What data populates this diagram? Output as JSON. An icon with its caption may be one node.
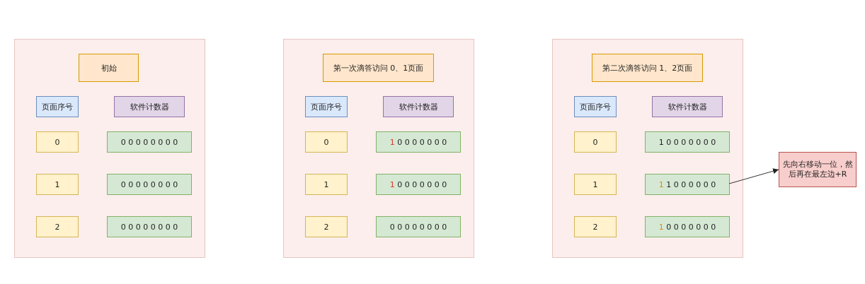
{
  "diagram": {
    "nodes": [
      {
        "text": [],
        "shape": "box"
      },
      {
        "text": [
          "初始"
        ],
        "in": 0
      },
      {
        "text": [
          "页面序号"
        ],
        "in": 0
      },
      {
        "text": [
          "软件计数器"
        ],
        "in": 0
      },
      {
        "text": [
          "0"
        ],
        "in": 0
      },
      {
        "text": [
          "0 0 0 0 0 0 0 0"
        ],
        "in": 0
      },
      {
        "text": [
          "1"
        ],
        "in": 0
      },
      {
        "text": [
          "0 0 0 0 0 0 0 0"
        ],
        "in": 0
      },
      {
        "text": [
          "2"
        ],
        "in": 0
      },
      {
        "text": [
          "0 0 0 0 0 0 0 0"
        ],
        "in": 0
      },
      {
        "text": [],
        "shape": "box"
      },
      {
        "text": [
          "第一次滴答访问 0、1页面"
        ],
        "in": 10
      },
      {
        "text": [
          "页面序号"
        ],
        "in": 10
      },
      {
        "text": [
          "软件计数器"
        ],
        "in": 10
      },
      {
        "text": [
          "0"
        ],
        "in": 10
      },
      {
        "text": [
          "1 0 0 0 0 0 0 0"
        ],
        "in": 10
      },
      {
        "text": [
          "1"
        ],
        "in": 10
      },
      {
        "text": [
          "1 0 0 0 0 0 0 0"
        ],
        "in": 10
      },
      {
        "text": [
          "2"
        ],
        "in": 10
      },
      {
        "text": [
          "0 0 0 0 0 0 0 0"
        ],
        "in": 10
      },
      {
        "text": [],
        "shape": "box"
      },
      {
        "text": [
          "第二次滴答访问 1、2页面"
        ],
        "in": 20
      },
      {
        "text": [
          "页面序号"
        ],
        "in": 20
      },
      {
        "text": [
          "软件计数器"
        ],
        "in": 20
      },
      {
        "text": [
          "0"
        ],
        "in": 20
      },
      {
        "text": [
          "1 0 0 0 0 0 0 0"
        ],
        "in": 20
      },
      {
        "text": [
          "1"
        ],
        "in": 20
      },
      {
        "text": [
          "1 1 0 0 0 0 0 0"
        ],
        "in": 20
      },
      {
        "text": [
          "2"
        ],
        "in": 20
      },
      {
        "text": [
          "1 0 0 0 0 0 0 0"
        ],
        "in": 20
      },
      {
        "text": [
          "先向右移动一位，然后再在最左边+R"
        ]
      }
    ],
    "edges": [
      {
        "from": 27,
        "to": 30,
        "arrow": "to"
      }
    ]
  }
}
